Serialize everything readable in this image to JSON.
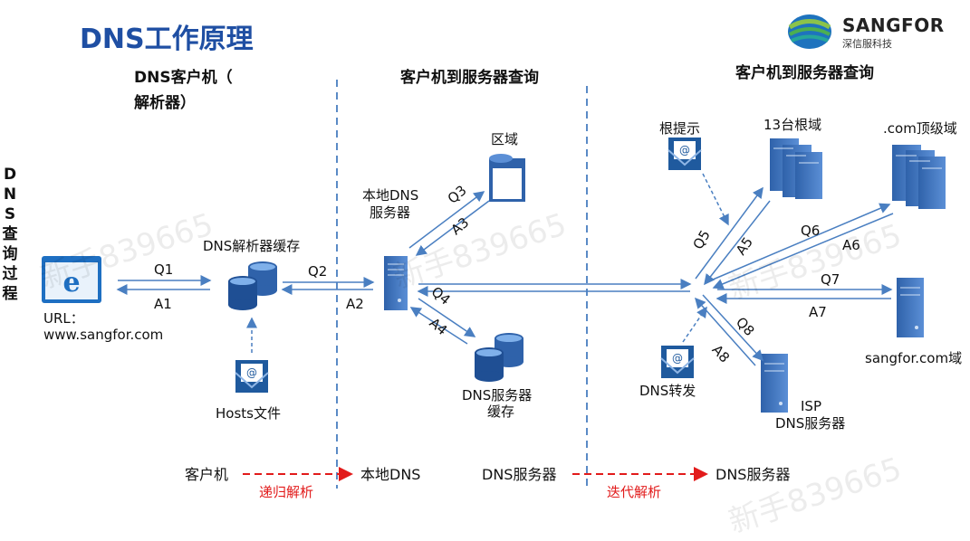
{
  "title": "DNS工作原理",
  "logo": {
    "brand": "SANGFOR",
    "sub": "深信服科技"
  },
  "side_title": [
    "D",
    "N",
    "S",
    "查",
    "询",
    "过",
    "程"
  ],
  "headers": {
    "client": "DNS客户机（",
    "client2": "解析器）",
    "middle": "客户机到服务器查询",
    "right": "客户机到服务器查询"
  },
  "nodes": {
    "url_label": "URL：",
    "url_value": "www.sangfor.com",
    "resolver_cache": "DNS解析器缓存",
    "hosts_file": "Hosts文件",
    "local_dns_1": "本地DNS",
    "local_dns_2": "服务器",
    "zone": "区域",
    "dns_cache_1": "DNS服务器",
    "dns_cache_2": "缓存",
    "root_hint": "根提示",
    "root_servers": "13台根域",
    "tld": ".com顶级域",
    "sangfor_domain": "sangfor.com域",
    "dns_forward": "DNS转发",
    "isp_1": "ISP",
    "isp_2": "DNS服务器"
  },
  "arrows": {
    "q1": "Q1",
    "a1": "A1",
    "q2": "Q2",
    "a2": "A2",
    "q3": "Q3",
    "a3": "A3",
    "q4": "Q4",
    "a4": "A4",
    "q5": "Q5",
    "a5": "A5",
    "q6": "Q6",
    "a6": "A6",
    "q7": "Q7",
    "a7": "A7",
    "q8": "Q8",
    "a8": "A8"
  },
  "footer": {
    "client": "客户机",
    "recursive": "递归解析",
    "local_dns": "本地DNS",
    "dns_server_a": "DNS服务器",
    "iterative": "迭代解析",
    "dns_server_b": "DNS服务器"
  },
  "watermark": "新手839665",
  "colors": {
    "title": "#1f4fa3",
    "arrow": "#4a7fc1",
    "dash": "#5a8ac6",
    "red": "#e21b1b",
    "server": "#3a6fb5"
  }
}
